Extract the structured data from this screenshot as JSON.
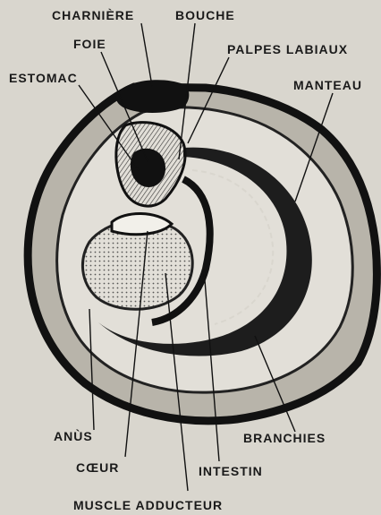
{
  "figure": {
    "labels": {
      "charniere": "CHARNIÈRE",
      "bouche": "BOUCHE",
      "foie": "FOIE",
      "palpes": "PALPES LABIAUX",
      "estomac": "ESTOMAC",
      "manteau": "MANTEAU",
      "anus": "ANÙS",
      "branchies": "BRANCHIES",
      "coeur": "CŒUR",
      "intestin": "INTESTIN",
      "muscle": "MUSCLE ADDUCTEUR"
    },
    "colors": {
      "paper": "#d9d6ce",
      "ink": "#1a1a1a"
    }
  }
}
